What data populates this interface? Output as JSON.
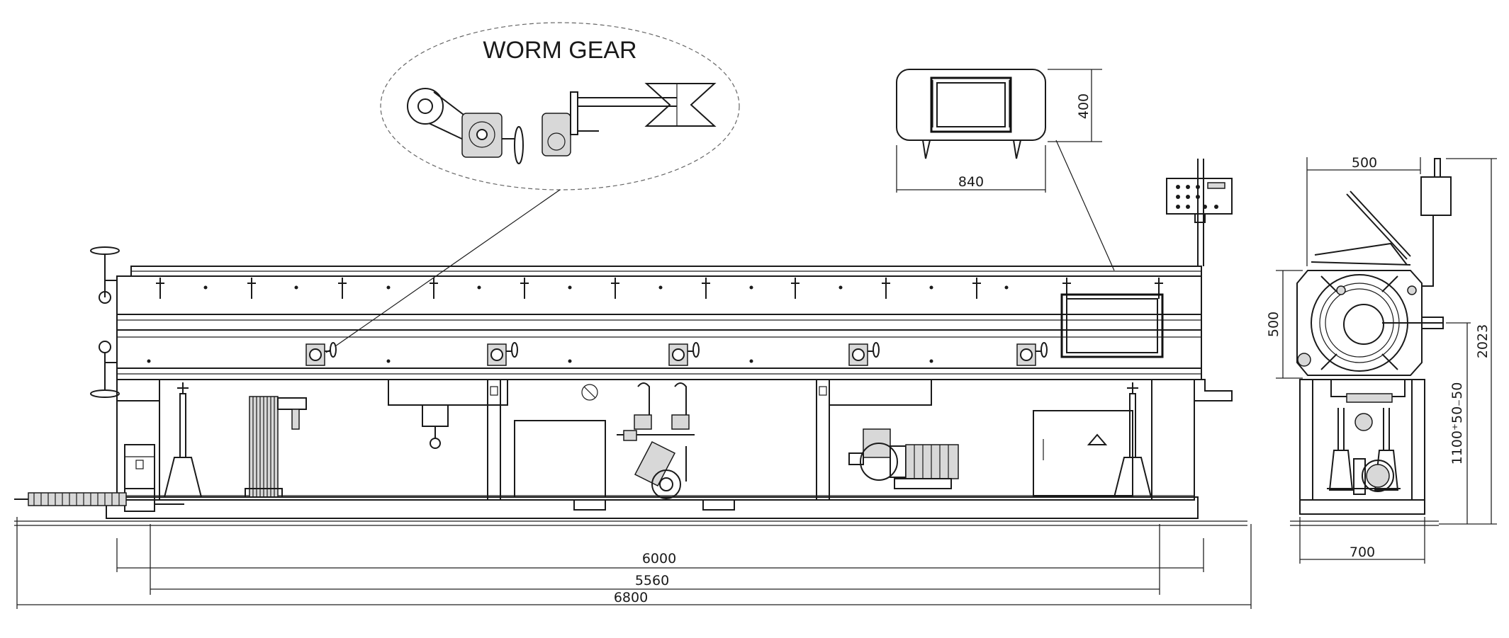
{
  "callout": {
    "title": "WORM GEAR"
  },
  "dimensions": {
    "cabinet_height": "400",
    "cabinet_width": "840",
    "side_top_width": "500",
    "side_head_height": "500",
    "side_total_height": "2023",
    "side_center_height": "1100⁺50₋50",
    "side_base_width": "700",
    "length_frame": "6000",
    "length_inner": "5560",
    "length_total": "6800"
  }
}
